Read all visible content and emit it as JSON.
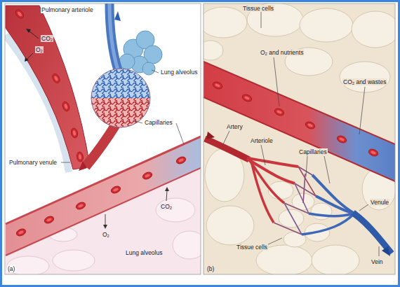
{
  "diagram": {
    "labels": [
      "Pulmonary arteriole",
      "CO₂",
      "O₂",
      "Lung alveolus",
      "Capillaries",
      "Pulmonary venule",
      "CO₂",
      "O₂",
      "Lung alveolus",
      "(a)",
      "Tissue cells",
      "O₂ and nutrients",
      "CO₂ and wastes",
      "Artery",
      "Arteriole",
      "Capillaries",
      "Venule",
      "Tissue cells",
      "Vein",
      "(b)"
    ]
  }
}
